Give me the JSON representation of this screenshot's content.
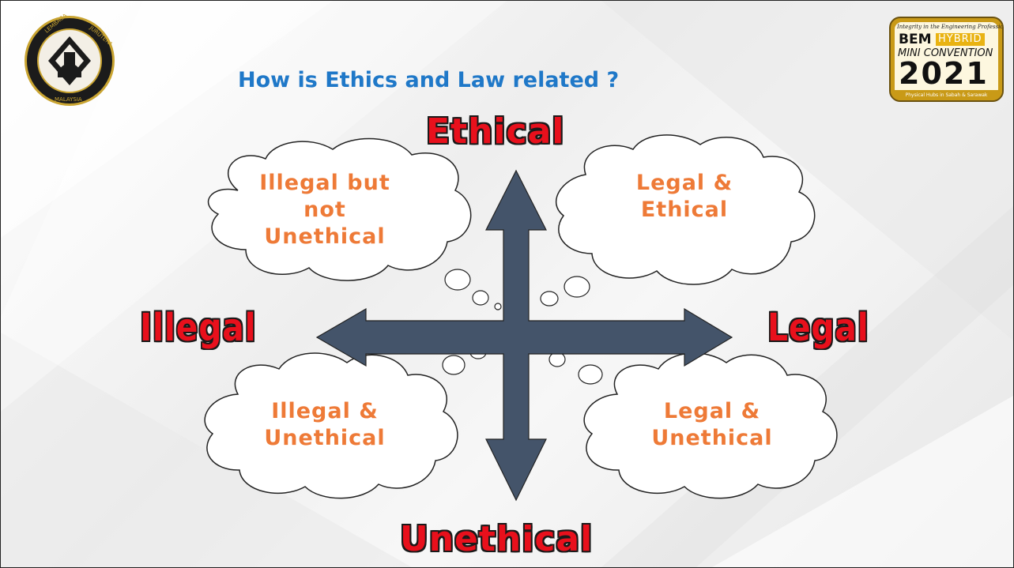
{
  "title": "How is Ethics and Law related ?",
  "axes": {
    "top": "Ethical",
    "bottom": "Unethical",
    "left": "Illegal",
    "right": "Legal"
  },
  "quadrants": {
    "top_left": [
      "Illegal but",
      "not",
      "Unethical"
    ],
    "top_right": [
      "Legal &",
      "Ethical"
    ],
    "bottom_left": [
      "Illegal &",
      "Unethical"
    ],
    "bottom_right": [
      "Legal &",
      "Unethical"
    ]
  },
  "logos": {
    "left": {
      "name": "Lembaga Jurutera Malaysia",
      "text_top": "LEMBAGA",
      "text_right": "JURUTERA",
      "text_bottom": "MALAYSIA"
    },
    "right": {
      "tagline": "Integrity in the Engineering Profession",
      "bem": "BEM",
      "hybrid": "HYBRID",
      "mini": "MINI CONVENTION",
      "year": "2021",
      "footer": "Physical Hubs in Sabah & Sarawak"
    }
  },
  "colors": {
    "title": "#1f78c8",
    "axis_label": "#e8101c",
    "quadrant_text": "#ee7a37",
    "arrow": "#44546a"
  }
}
